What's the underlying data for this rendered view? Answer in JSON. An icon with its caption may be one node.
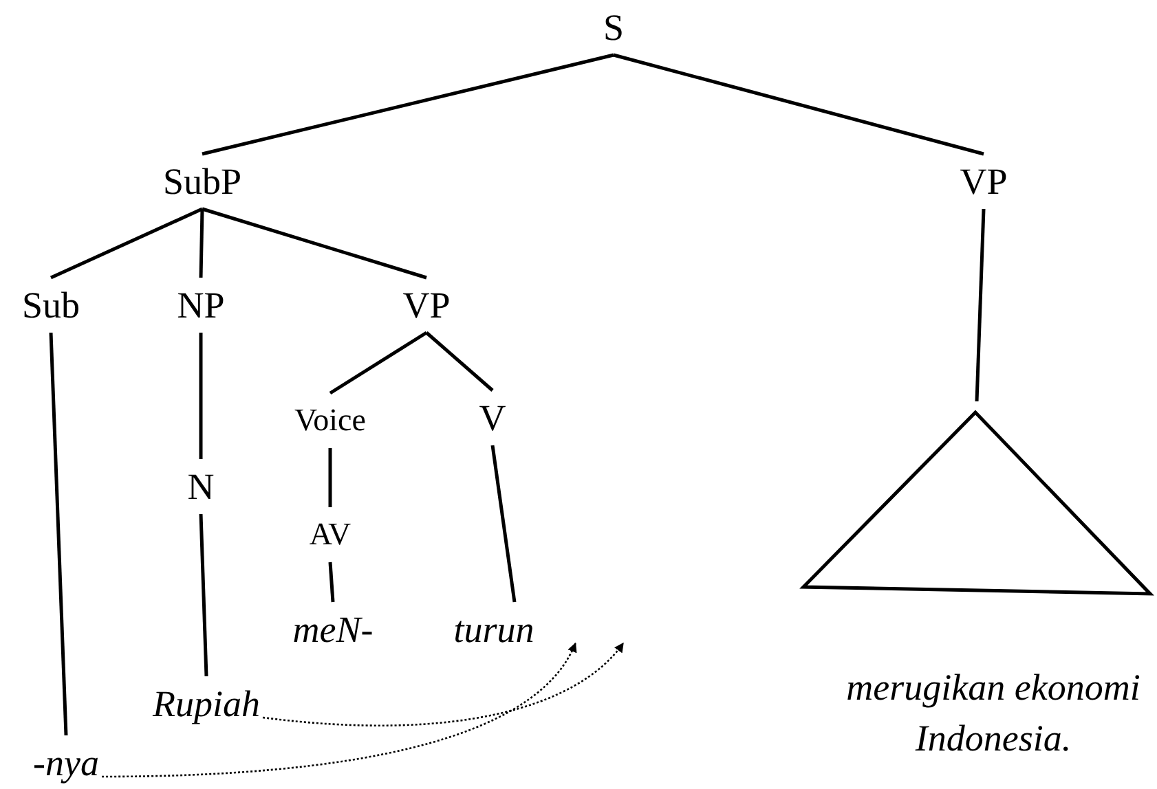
{
  "diagram": {
    "nodes": [
      {
        "text": [
          "S"
        ]
      },
      {
        "text": [
          "SubP"
        ]
      },
      {
        "text": [
          "VP"
        ]
      },
      {
        "text": [
          "Sub"
        ]
      },
      {
        "text": [
          "NP"
        ]
      },
      {
        "text": [
          "VP"
        ]
      },
      {
        "text": [
          "Voice"
        ]
      },
      {
        "text": [
          "V"
        ]
      },
      {
        "text": [
          "N"
        ]
      },
      {
        "text": [
          "AV"
        ]
      },
      {
        "text": [
          "meN-"
        ]
      },
      {
        "text": [
          "turun"
        ]
      },
      {
        "text": [
          "Rupiah"
        ]
      },
      {
        "text": [
          "-nya"
        ]
      },
      {
        "text": [
          "merugikan ekonomi Indonesia."
        ]
      }
    ],
    "edges": [
      {
        "from": 0,
        "to": 1,
        "arrow": "none"
      },
      {
        "from": 0,
        "to": 2,
        "arrow": "none"
      },
      {
        "from": 1,
        "to": 3,
        "arrow": "none"
      },
      {
        "from": 1,
        "to": 4,
        "arrow": "none"
      },
      {
        "from": 1,
        "to": 5,
        "arrow": "none"
      },
      {
        "from": 5,
        "to": 6,
        "arrow": "none"
      },
      {
        "from": 5,
        "to": 7,
        "arrow": "none"
      },
      {
        "from": 2,
        "to": 14,
        "arrow": "none"
      },
      {
        "from": 3,
        "to": 13,
        "arrow": "none"
      },
      {
        "from": 4,
        "to": 8,
        "arrow": "none"
      },
      {
        "from": 6,
        "to": 9,
        "arrow": "none"
      },
      {
        "from": 7,
        "to": 11,
        "arrow": "none"
      },
      {
        "from": 8,
        "to": 12,
        "arrow": "none"
      },
      {
        "from": 9,
        "to": 10,
        "arrow": "none"
      },
      {
        "from": 12,
        "to": null,
        "arrow": "to",
        "style": "dashed"
      },
      {
        "from": 13,
        "to": 11,
        "arrow": "to",
        "style": "dashed"
      }
    ]
  }
}
